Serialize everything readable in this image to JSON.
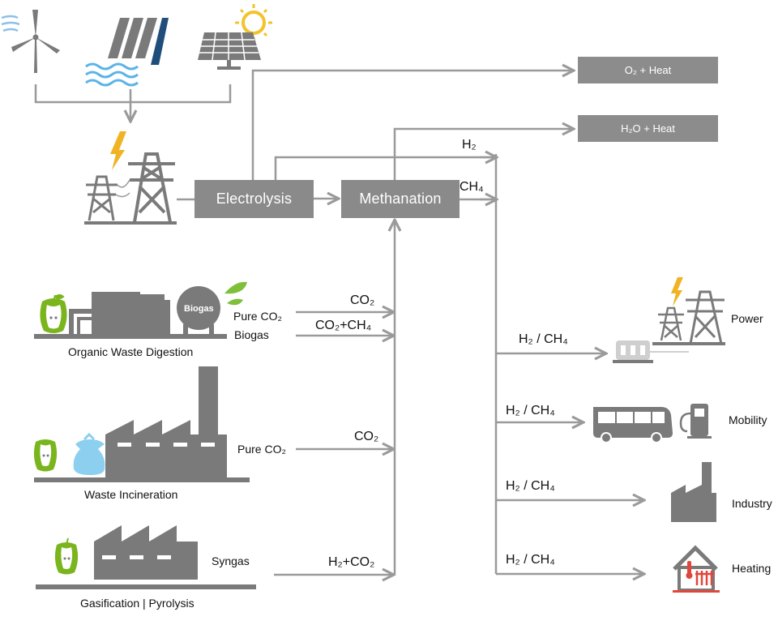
{
  "process_boxes": {
    "electrolysis": "Electrolysis",
    "methanation": "Methanation",
    "o2_heat": "O₂ + Heat",
    "h2o_heat": "H₂O + Heat"
  },
  "flows": {
    "h2": "H₂",
    "ch4": "CH₄",
    "co2_organic": "CO₂",
    "co2_ch4_organic": "CO₂+CH₄",
    "co2_incineration": "CO₂",
    "h2_co2_gasification": "H₂+CO₂",
    "h2_ch4_power": "H₂ / CH₄",
    "h2_ch4_mobility": "H₂ / CH₄",
    "h2_ch4_industry": "H₂ / CH₄",
    "h2_ch4_heating": "H₂ / CH₄"
  },
  "sources": {
    "organic_waste": {
      "title": "Organic Waste Digestion",
      "out1": "Pure CO₂",
      "out2": "Biogas",
      "tank_label": "Biogas"
    },
    "incineration": {
      "title": "Waste Incineration",
      "out1": "Pure CO₂"
    },
    "gasification": {
      "title": "Gasification | Pyrolysis",
      "out1": "Syngas"
    }
  },
  "uses": {
    "power": "Power",
    "mobility": "Mobility",
    "industry": "Industry",
    "heating": "Heating"
  },
  "colors": {
    "line": "#9a9a9a",
    "icon": "#7a7a7a",
    "box": "#8a8a8a",
    "wind_blue": "#8fc0e6",
    "water_blue": "#5ab4e8",
    "dark_blue": "#1f4e7a",
    "sun_yellow": "#f2c32b",
    "bolt_yellow": "#f0b323",
    "apple_green": "#7ab51d",
    "leaf_green": "#7fbf3a",
    "bag_blue": "#8ccfef",
    "heating_red": "#e0473c"
  }
}
